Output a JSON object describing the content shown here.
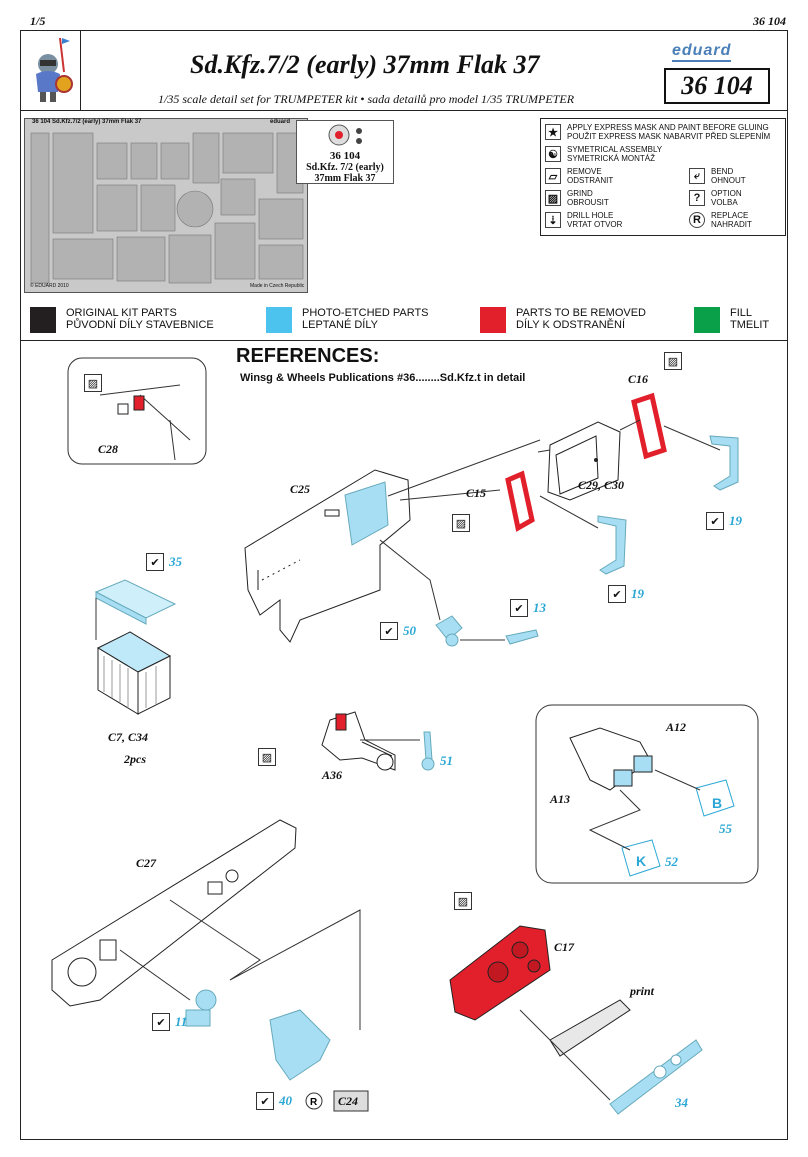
{
  "header": {
    "page": "1/5",
    "code": "36 104",
    "title": "Sd.Kfz.7/2 (early) 37mm Flak 37",
    "subtitle": "1/35 scale detail set for TRUMPETER kit • sada detailů pro model 1/35 TRUMPETER",
    "brand": "eduard",
    "set_number": "36 104"
  },
  "fret": {
    "label": "36 104 Sd.Kfz.7/2 (early) 37mm Flak 37",
    "brand": "eduard",
    "copyright": "© EDUARD 2010",
    "made_in": "Made in Czech Republic"
  },
  "set_label": {
    "line1": "36 104",
    "line2": "Sd.Kfz. 7/2 (early)",
    "line3": "37mm Flak 37"
  },
  "legend": {
    "express_mask": "APPLY EXPRESS MASK AND PAINT BEFORE GLUING",
    "express_mask_cz": "POUŽIT EXPRESS MASK NABARVIT PŘED SLEPENÍM",
    "symmetrical": "SYMETRICAL ASSEMBLY",
    "symmetrical_cz": "SYMETRICKÁ MONTÁŽ",
    "remove": "REMOVE",
    "remove_cz": "ODSTRANIT",
    "bend": "BEND",
    "bend_cz": "OHNOUT",
    "grind": "GRIND",
    "grind_cz": "OBROUSIT",
    "option": "OPTION",
    "option_cz": "VOLBA",
    "drill": "DRILL HOLE",
    "drill_cz": "VRTAT OTVOR",
    "replace": "REPLACE",
    "replace_cz": "NAHRADIT"
  },
  "colors": [
    {
      "label": "ORIGINAL KIT PARTS",
      "label_cz": "PŮVODNÍ DÍLY STAVEBNICE",
      "color": "#231f20"
    },
    {
      "label": "PHOTO-ETCHED PARTS",
      "label_cz": "LEPTANÉ DÍLY",
      "color": "#4cc3ef"
    },
    {
      "label": "PARTS TO BE REMOVED",
      "label_cz": "DÍLY K ODSTRANĚNÍ",
      "color": "#e2202b"
    },
    {
      "label": "FILL",
      "label_cz": "TMELIT",
      "color": "#0aa04a"
    }
  ],
  "references": {
    "title": "REFERENCES:",
    "line": "Winsg & Wheels Publications #36........Sd.Kfz.t in detail"
  },
  "parts": {
    "c28": "C28",
    "c16": "C16",
    "c25": "C25",
    "c15": "C15",
    "c29": "C29, C30",
    "c7": "C7, C34",
    "pcs": "2pcs",
    "a36": "A36",
    "a12": "A12",
    "a13": "A13",
    "c27": "C27",
    "c17": "C17",
    "print": "print",
    "c24": "C24"
  },
  "steps": {
    "s35": "35",
    "s19a": "19",
    "s19b": "19",
    "s13": "13",
    "s50": "50",
    "s51": "51",
    "s55": "55",
    "s52": "52",
    "s11": "11",
    "s40": "40",
    "s34": "34"
  },
  "etch_letters": {
    "b": "B",
    "k": "K"
  },
  "icons": {
    "check": "✔",
    "replace": "R"
  }
}
